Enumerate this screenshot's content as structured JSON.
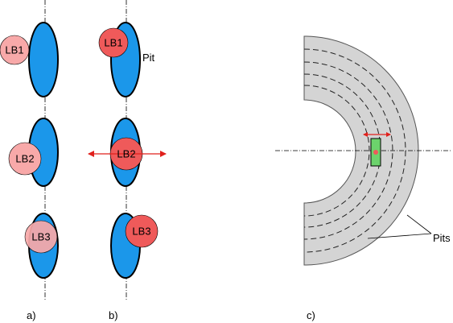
{
  "colors": {
    "pit_fill": "#1b97ea",
    "spot_light": "#f8a9a9",
    "spot_strong": "#ef5a5a",
    "disc_fill": "#d4d4d4",
    "arrow": "#e0201c",
    "sensor_fill": "#6cd36c"
  },
  "panel_a": {
    "caption": "a)",
    "spots": [
      {
        "label": "LB1"
      },
      {
        "label": "LB2"
      },
      {
        "label": "LB3"
      }
    ]
  },
  "panel_b": {
    "caption": "b)",
    "pit_label": "Pit",
    "spots": [
      {
        "label": "LB1"
      },
      {
        "label": "LB2"
      },
      {
        "label": "LB3"
      }
    ]
  },
  "panel_c": {
    "caption": "c)",
    "pits_label": "Pits"
  }
}
